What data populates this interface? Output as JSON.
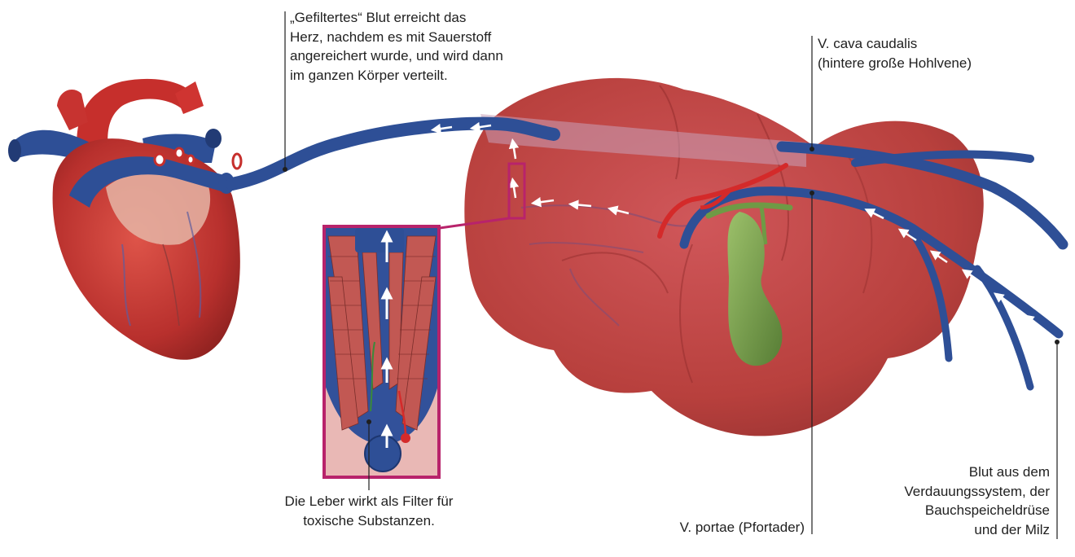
{
  "labels": {
    "filtered_blood": "„Gefiltertes“ Blut erreicht das\nHerz, nachdem es mit Sauerstoff\nangereichert wurde, und wird dann\nim ganzen Körper verteilt.",
    "vena_cava": "V. cava caudalis\n(hintere große Hohlvene)",
    "liver_filter": "Die Leber wirkt als Filter für\ntoxische Substanzen.",
    "portal_vein": "V. portae (Pfortader)",
    "digestive_blood": "Blut aus dem\nVerdauungssystem, der\nBauchspeicheldrüse\nund der Milz"
  },
  "colors": {
    "vein": "#2e4f96",
    "artery": "#d42a2a",
    "liver": "#c14845",
    "heart": "#c63a34",
    "gallbladder": "#6f9a45",
    "inset_frame": "#b8236b",
    "leader_line": "#1f1f1f"
  },
  "icons": [
    "heart-illustration",
    "liver-illustration",
    "gallbladder-illustration",
    "flow-arrow-icon",
    "liver-lobule-inset"
  ]
}
